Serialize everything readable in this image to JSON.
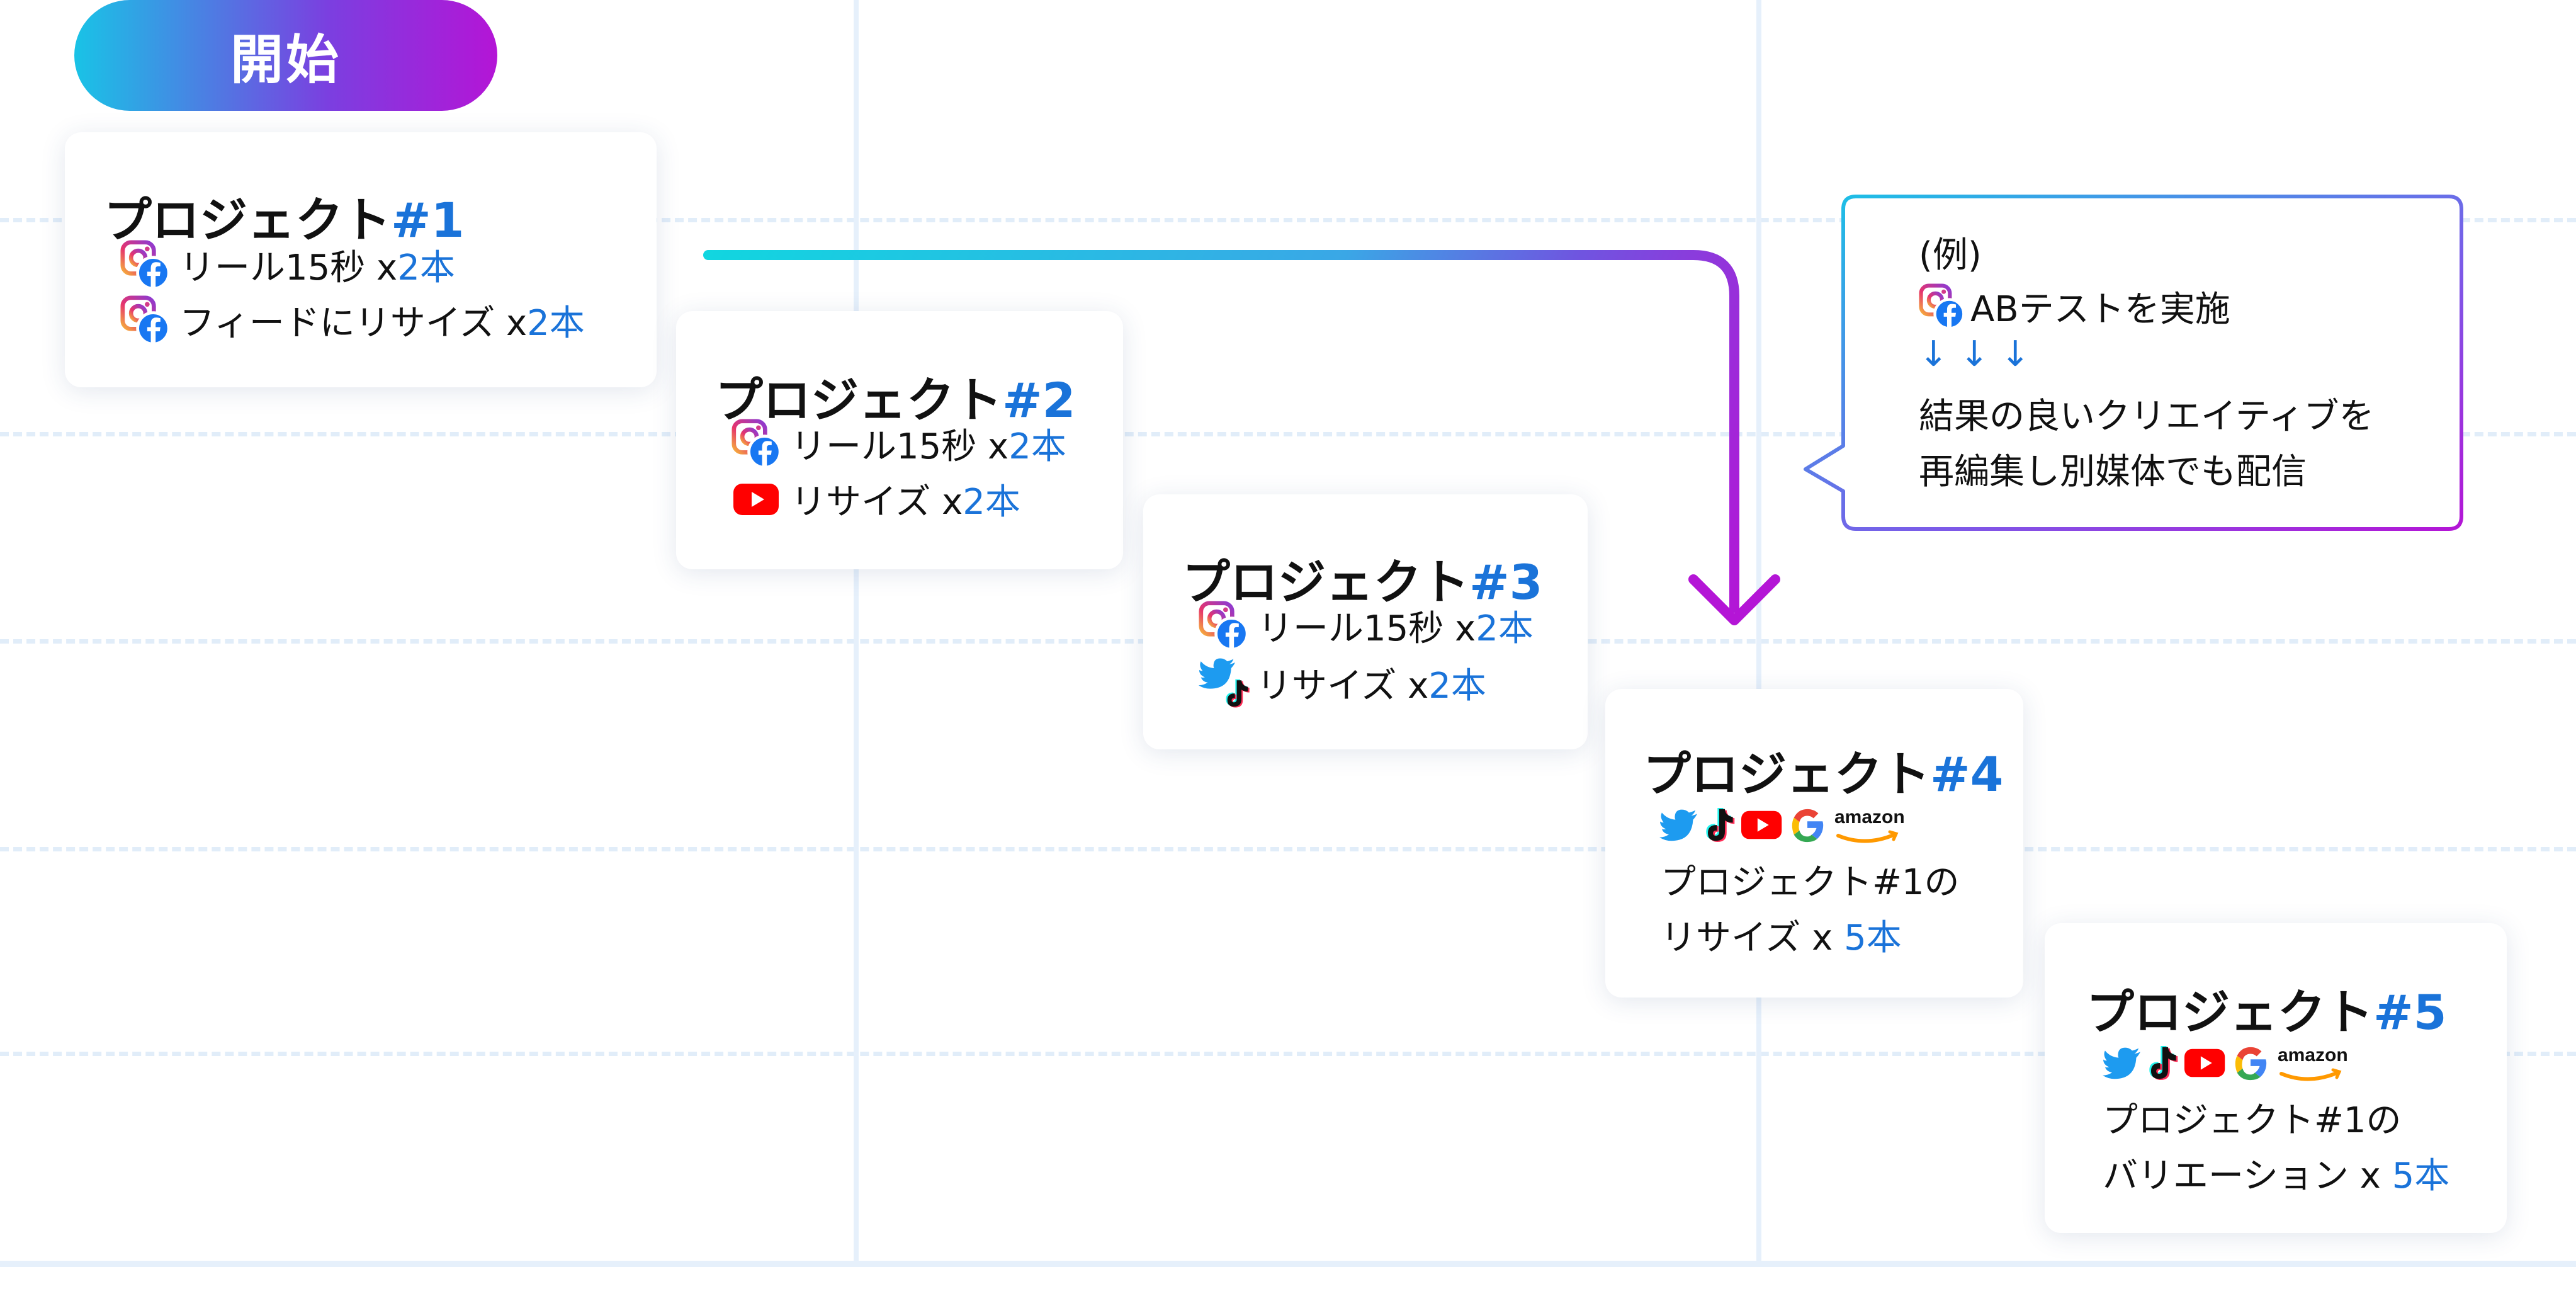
{
  "colors": {
    "accent": "#1a73d9",
    "pill_gradient": [
      "#19c3e6",
      "#b415d6"
    ],
    "arrow_gradient": [
      "#11d6e0",
      "#b415d6"
    ],
    "grid": "#e1edf9"
  },
  "start_label": "開始",
  "projects": [
    {
      "title": "プロジェクト",
      "number": "#1",
      "rows": [
        {
          "icons": [
            "instagram-facebook-icon"
          ],
          "text": "リール15秒 x ",
          "count": "2本"
        },
        {
          "icons": [
            "instagram-facebook-icon"
          ],
          "text": "フィードにリサイズ x ",
          "count": "2本"
        }
      ]
    },
    {
      "title": "プロジェクト",
      "number": "#2",
      "rows": [
        {
          "icons": [
            "instagram-facebook-icon"
          ],
          "text": "リール15秒 x ",
          "count": "2本"
        },
        {
          "icons": [
            "youtube-icon"
          ],
          "text": "リサイズ x ",
          "count": "2本"
        }
      ]
    },
    {
      "title": "プロジェクト",
      "number": "#3",
      "rows": [
        {
          "icons": [
            "instagram-facebook-icon"
          ],
          "text": "リール15秒 x ",
          "count": "2本"
        },
        {
          "icons": [
            "twitter-tiktok-icon"
          ],
          "text": "リサイズ x ",
          "count": "2本"
        }
      ]
    },
    {
      "title": "プロジェクト",
      "number": "#4",
      "icons": [
        "twitter-icon",
        "tiktok-icon",
        "youtube-icon",
        "google-icon",
        "amazon-icon"
      ],
      "lines": [
        "プロジェクト#1の",
        "リサイズ x "
      ],
      "count": "5本"
    },
    {
      "title": "プロジェクト",
      "number": "#5",
      "icons": [
        "twitter-icon",
        "tiktok-icon",
        "youtube-icon",
        "google-icon",
        "amazon-icon"
      ],
      "lines": [
        "プロジェクト#1の",
        "バリエーション x "
      ],
      "count": "5本"
    }
  ],
  "callout": {
    "line1": "(例)",
    "line2": "ABテストを実施",
    "arrows": "↓↓↓",
    "line4": "結果の良いクリエイティブを",
    "line5": "再編集し別媒体でも配信"
  },
  "amazon_wordmark": "amazon"
}
